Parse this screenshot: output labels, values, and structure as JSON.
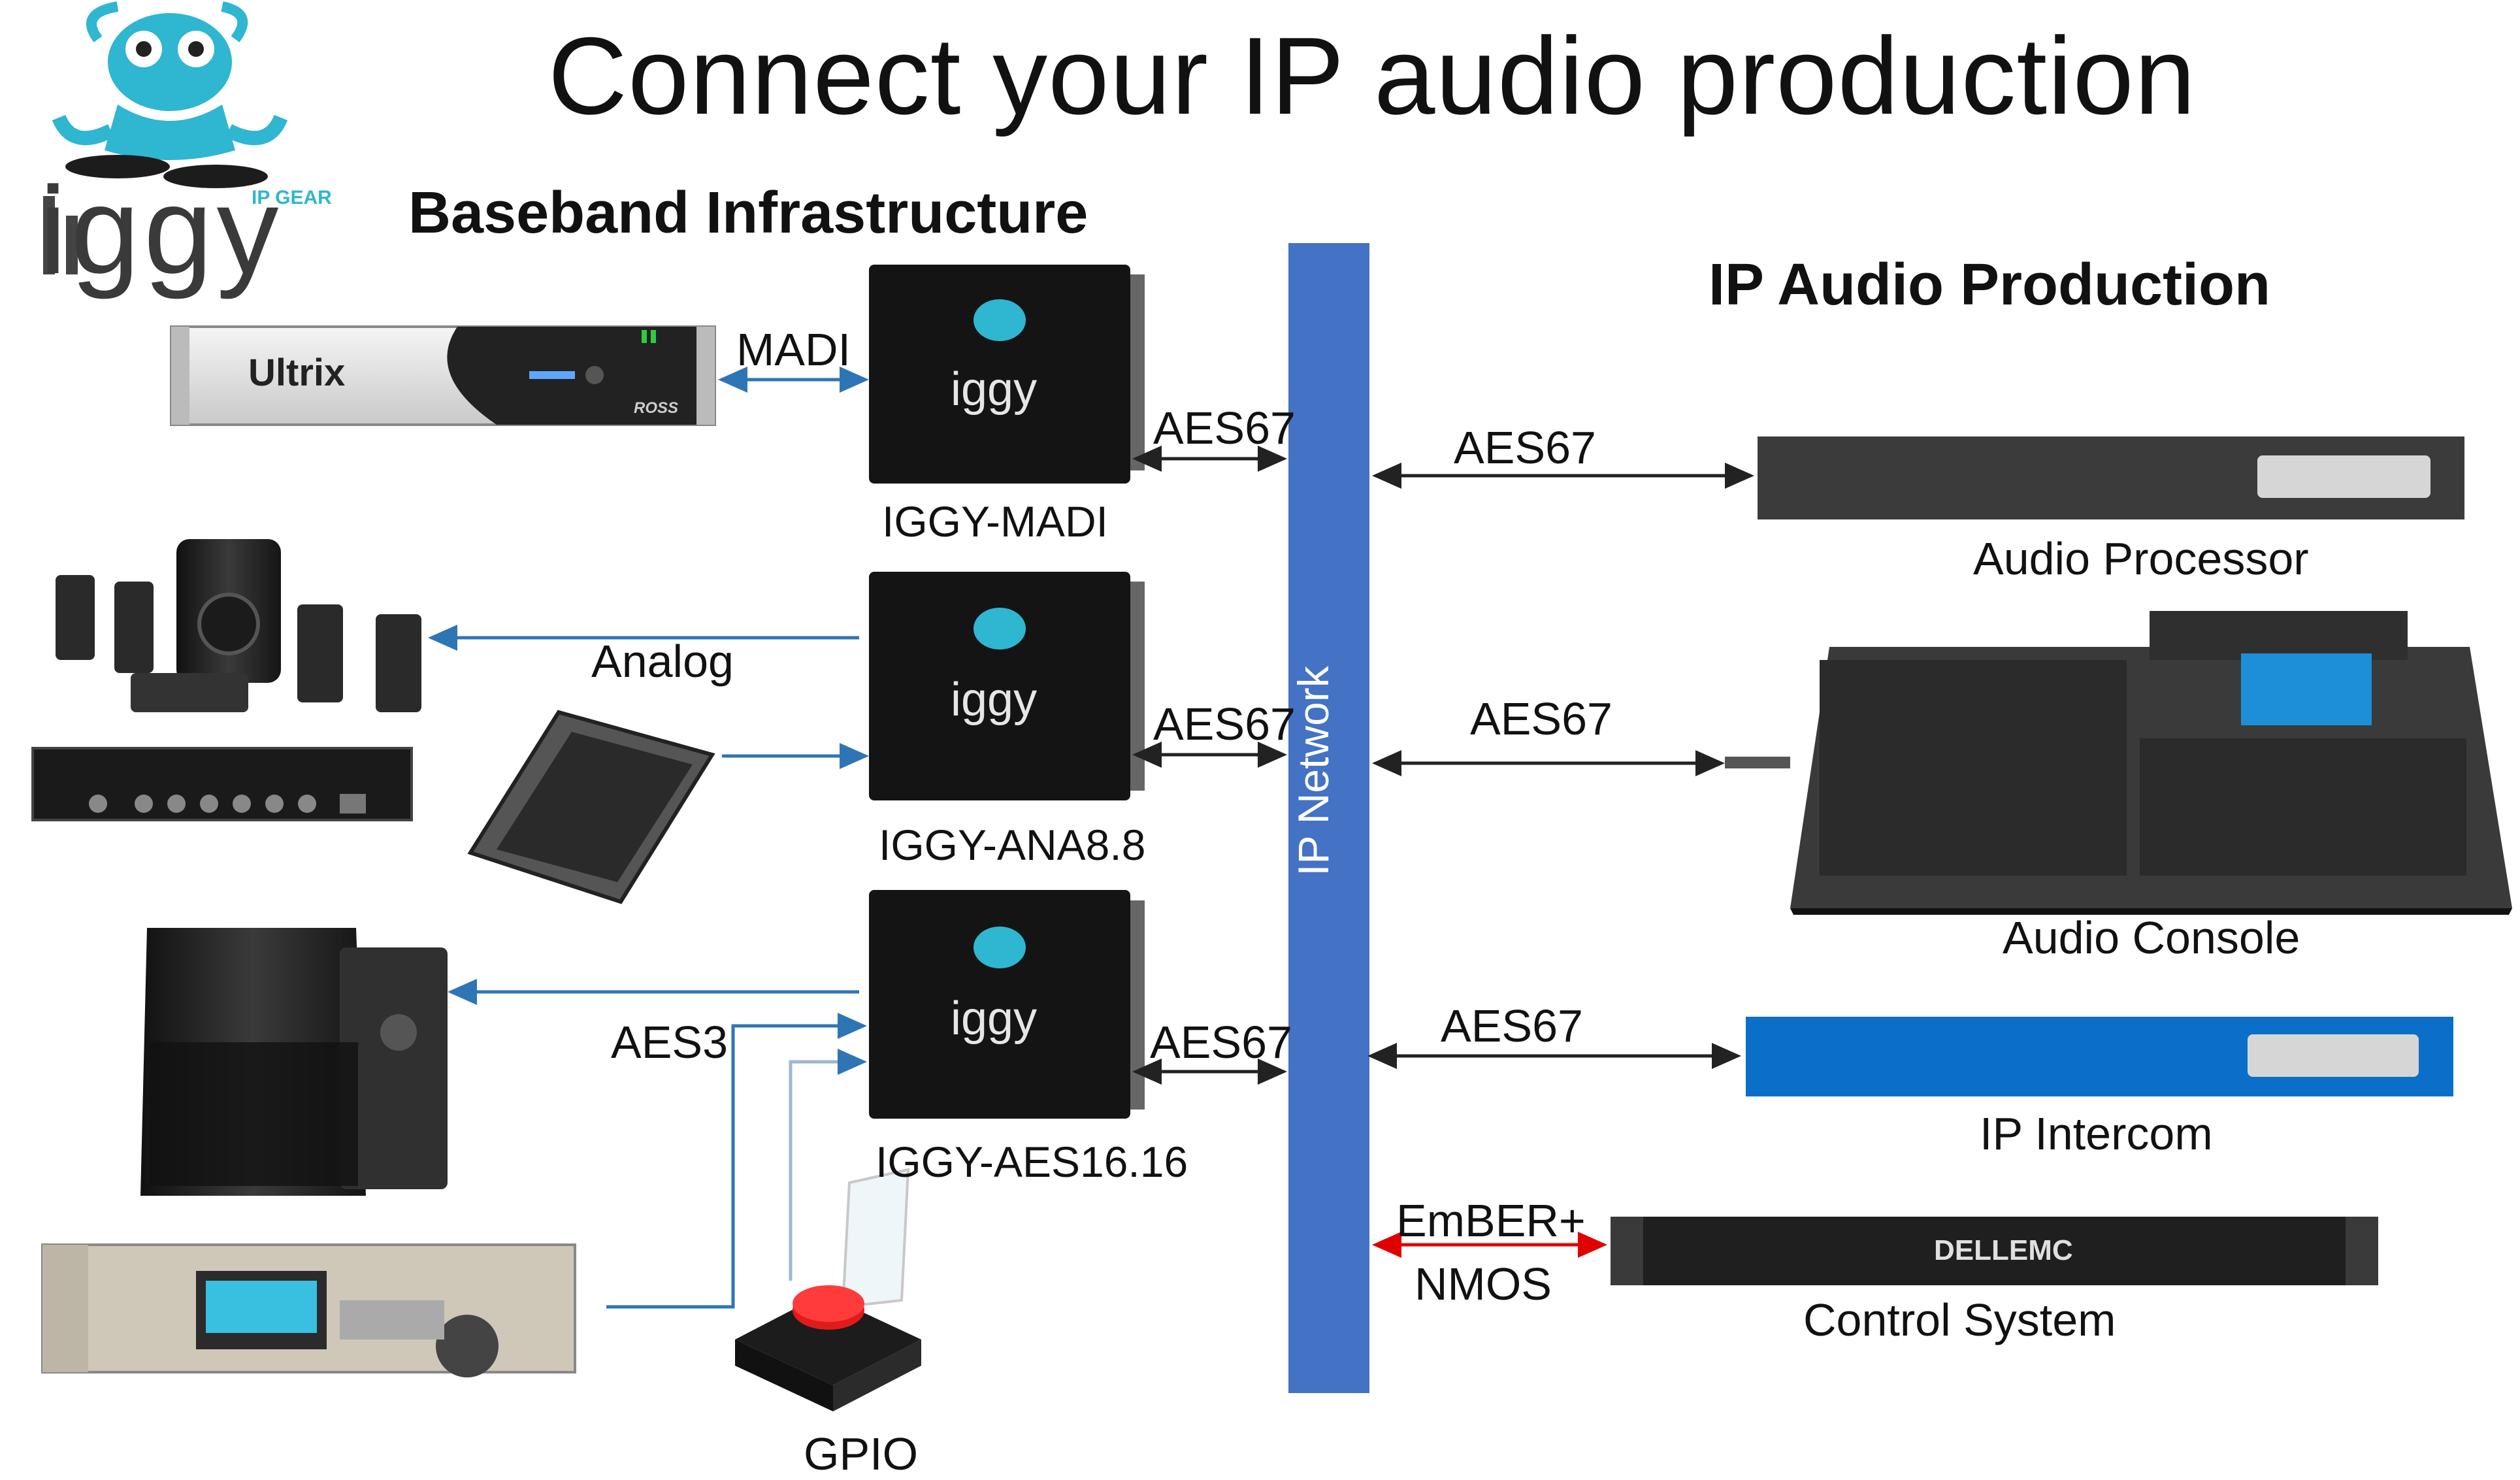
{
  "title": "Connect your IP audio production",
  "logo": {
    "brand": "iggy",
    "tag": "IP GEAR"
  },
  "sections": {
    "baseband": "Baseband Infrastructure",
    "ip_production": "IP Audio Production"
  },
  "network": {
    "label": "IP Network"
  },
  "iggy_devices": [
    {
      "name": "IGGY-MADI"
    },
    {
      "name": "IGGY-ANA8.8"
    },
    {
      "name": "IGGY-AES16.16"
    }
  ],
  "baseband_links": {
    "madi": "MADI",
    "analog": "Analog",
    "aes3": "AES3",
    "gpio": "GPIO",
    "ultrix_brand": "Ultrix",
    "ross_brand": "ROSS"
  },
  "aes67_left": [
    "AES67",
    "AES67",
    "AES67"
  ],
  "ip_devices": [
    {
      "link": "AES67",
      "name": "Audio Processor"
    },
    {
      "link": "AES67",
      "name": "Audio Console"
    },
    {
      "link": "AES67",
      "name": "IP Intercom"
    }
  ],
  "control": {
    "link_line1": "EmBER+",
    "link_line2": "NMOS",
    "name": "Control System",
    "server_brand": "DELLEMC"
  },
  "colors": {
    "network_blue": "#4472c4",
    "arrow_blue": "#2e75b6",
    "arrow_red": "#e00000",
    "logo_teal": "#2fb6d0",
    "intercom_blue": "#0b6fc9"
  }
}
